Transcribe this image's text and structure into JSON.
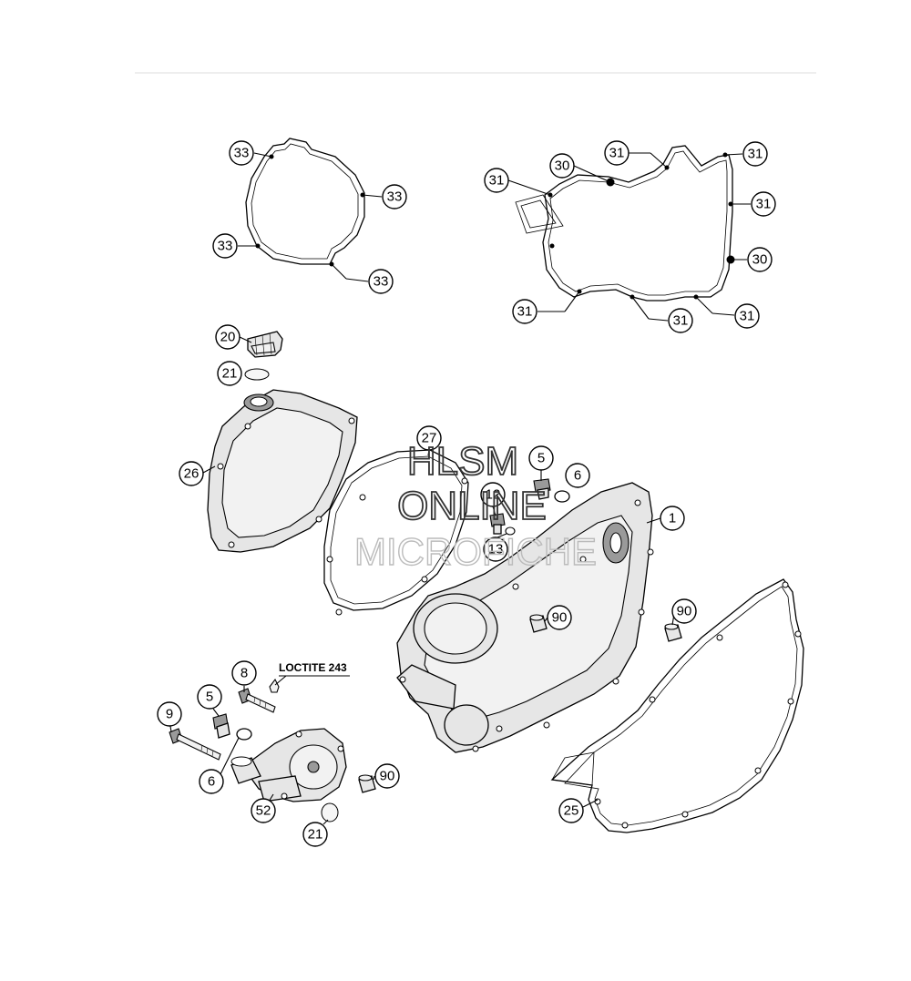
{
  "callouts": {
    "c33a": "33",
    "c33b": "33",
    "c33c": "33",
    "c33d": "33",
    "c31a": "31",
    "c31b": "31",
    "c31c": "31",
    "c31d": "31",
    "c31e": "31",
    "c31f": "31",
    "c31g": "31",
    "c30a": "30",
    "c30b": "30",
    "c20": "20",
    "c21a": "21",
    "c26": "26",
    "c27": "27",
    "c5a": "5",
    "c6a": "6",
    "c12": "12",
    "c13": "13",
    "c1": "1",
    "c90a": "90",
    "c90b": "90",
    "c90c": "90",
    "c8": "8",
    "c5b": "5",
    "c9": "9",
    "c6b": "6",
    "c52": "52",
    "c21b": "21",
    "c25": "25"
  },
  "note": {
    "loctite": "LOCTITE 243"
  },
  "watermark": {
    "line1": "HLSM",
    "line2": "ONLINE",
    "line3": "MICROFICHE"
  },
  "colors": {
    "line": "#000000",
    "part_fill": "#e6e6e6",
    "watermark": "#333333",
    "watermark_faint": "#bbbbbb"
  }
}
